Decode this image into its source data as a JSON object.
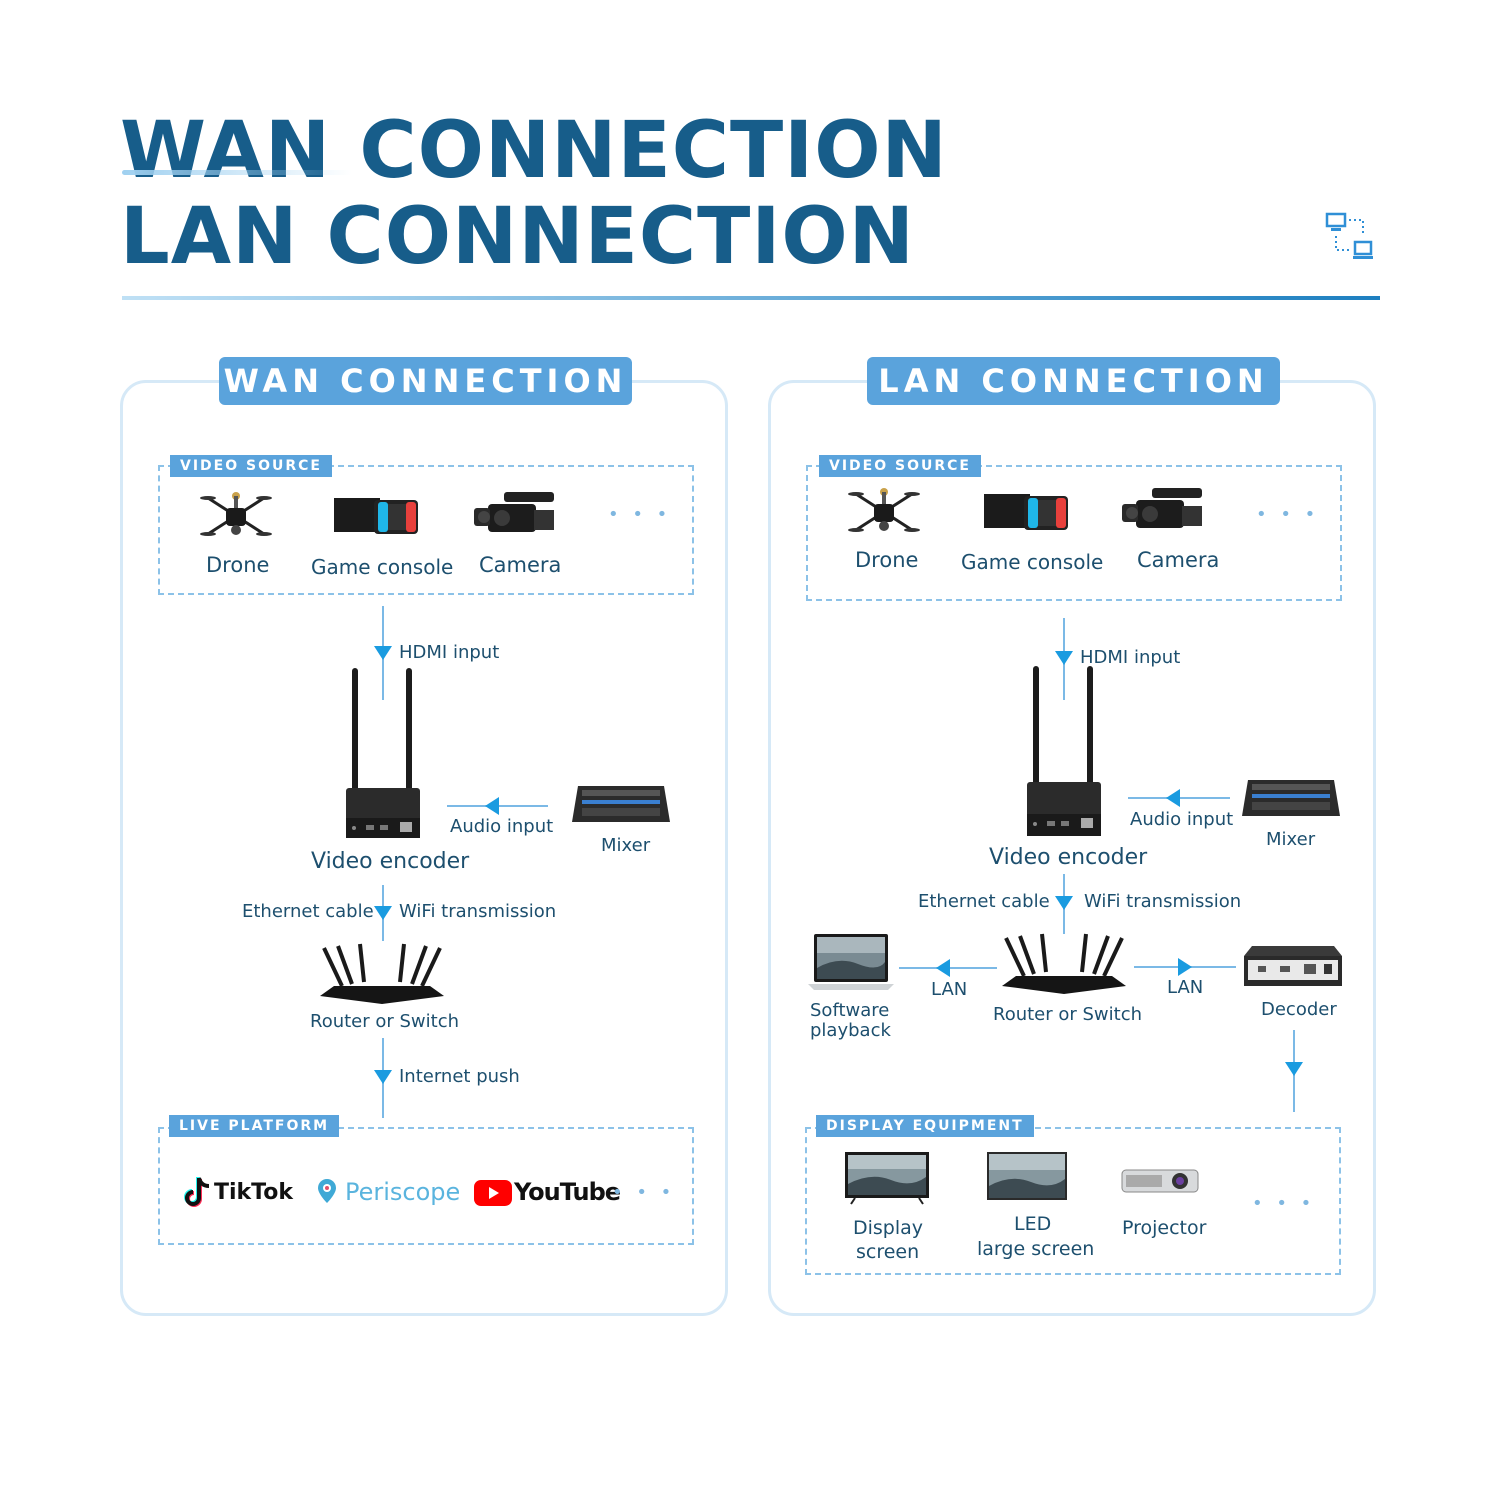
{
  "header": {
    "title_line1": "WAN CONNECTION",
    "title_line2": "LAN CONNECTION",
    "icon": "network-transfer-icon"
  },
  "wan": {
    "tab": "WAN CONNECTION",
    "video_source": {
      "tag": "VIDEO SOURCE",
      "items": [
        "Drone",
        "Game console",
        "Camera"
      ],
      "more": "• • •"
    },
    "hdmi": "HDMI input",
    "encoder": "Video encoder",
    "audio": "Audio input",
    "mixer": "Mixer",
    "ethernet": "Ethernet cable",
    "wifi": "WiFi transmission",
    "router": "Router or Switch",
    "internet": "Internet push",
    "live_platform": {
      "tag": "LIVE PLATFORM",
      "items": [
        "TikTok",
        "Periscope",
        "YouTube"
      ],
      "more": "• • •"
    }
  },
  "lan": {
    "tab": "LAN CONNECTION",
    "video_source": {
      "tag": "VIDEO SOURCE",
      "items": [
        "Drone",
        "Game console",
        "Camera"
      ],
      "more": "• • •"
    },
    "hdmi": "HDMI input",
    "encoder": "Video encoder",
    "audio": "Audio input",
    "mixer": "Mixer",
    "ethernet": "Ethernet cable",
    "wifi": "WiFi transmission",
    "router": "Router or Switch",
    "lan_left": "LAN",
    "lan_right": "LAN",
    "software_1": "Software",
    "software_2": "playback",
    "decoder": "Decoder",
    "display_equipment": {
      "tag": "DISPLAY EQUIPMENT",
      "display_1": "Display",
      "display_2": "screen",
      "led_1": "LED",
      "led_2": "large screen",
      "projector": "Projector",
      "more": "• • •"
    }
  },
  "colors": {
    "accent": "#5aa3dc",
    "title": "#175d8a",
    "arrow": "#1a9be0",
    "line": "#7bb9e6"
  }
}
